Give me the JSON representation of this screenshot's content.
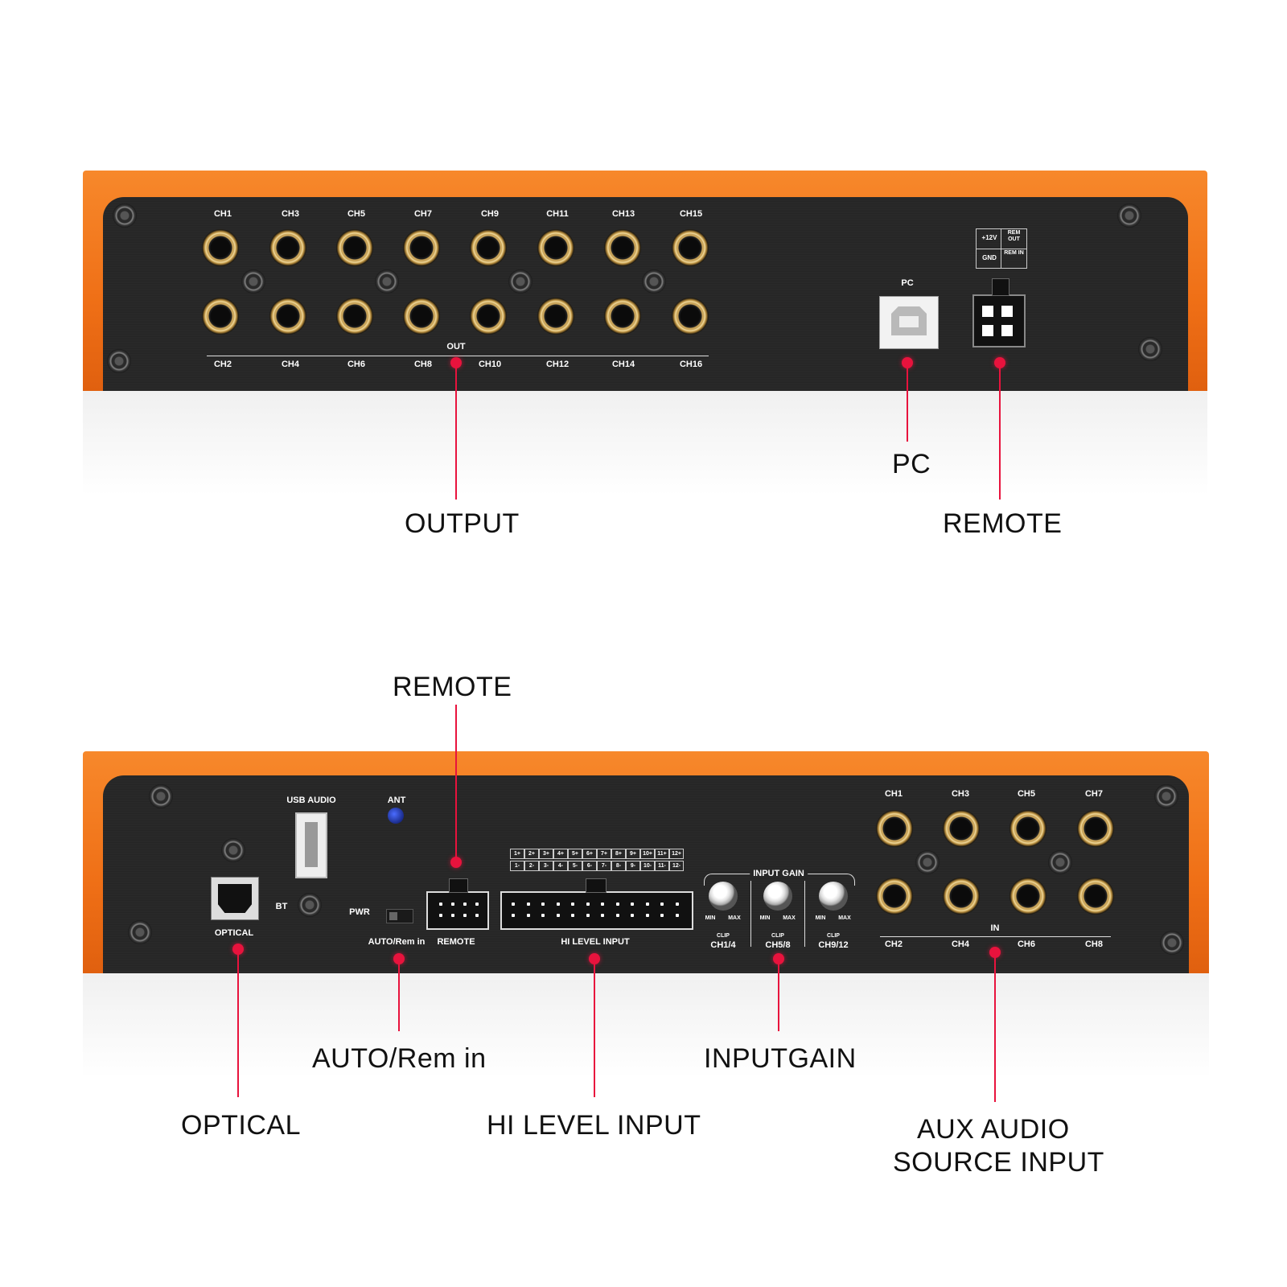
{
  "top_panel": {
    "out_top_channels": [
      "CH1",
      "CH3",
      "CH5",
      "CH7",
      "CH9",
      "CH11",
      "CH13",
      "CH15"
    ],
    "out_bottom_channels": [
      "CH2",
      "CH4",
      "CH6",
      "CH8",
      "CH10",
      "CH12",
      "CH14",
      "CH16"
    ],
    "out_label": "OUT",
    "pc_label": "PC",
    "remote_pins": [
      "+12V",
      "REM OUT",
      "GND",
      "REM IN"
    ]
  },
  "bottom_panel": {
    "usb_audio_label": "USB AUDIO",
    "ant_label": "ANT",
    "optical_label": "OPTICAL",
    "bt_label": "BT",
    "pwr_label": "PWR",
    "auto_rem_label": "AUTO/Rem in",
    "remote_label": "REMOTE",
    "hi_level_label": "HI LEVEL INPUT",
    "hi_level_plus": [
      "1+",
      "2+",
      "3+",
      "4+",
      "5+",
      "6+",
      "7+",
      "8+",
      "9+",
      "10+",
      "11+",
      "12+"
    ],
    "hi_level_minus": [
      "1-",
      "2-",
      "3-",
      "4-",
      "5-",
      "6-",
      "7-",
      "8-",
      "9-",
      "10-",
      "11-",
      "12-"
    ],
    "input_gain_label": "INPUT GAIN",
    "gain_groups": [
      {
        "min": "MIN",
        "max": "MAX",
        "clip": "CLIP",
        "channel": "CH1/4"
      },
      {
        "min": "MIN",
        "max": "MAX",
        "clip": "CLIP",
        "channel": "CH5/8"
      },
      {
        "min": "MIN",
        "max": "MAX",
        "clip": "CLIP",
        "channel": "CH9/12"
      }
    ],
    "in_top_channels": [
      "CH1",
      "CH3",
      "CH5",
      "CH7"
    ],
    "in_bottom_channels": [
      "CH2",
      "CH4",
      "CH6",
      "CH8"
    ],
    "in_label": "IN"
  },
  "callouts": {
    "output": "OUTPUT",
    "pc": "PC",
    "remote_top": "REMOTE",
    "remote_bottom": "REMOTE",
    "auto_rem": "AUTO/Rem in",
    "inputgain": "INPUTGAIN",
    "optical": "OPTICAL",
    "hi_level": "HI LEVEL INPUT",
    "aux_line1": "AUX AUDIO",
    "aux_line2": "SOURCE INPUT"
  },
  "colors": {
    "frame": "#ef6f16",
    "face": "#262626",
    "accent": "#e8133d"
  }
}
